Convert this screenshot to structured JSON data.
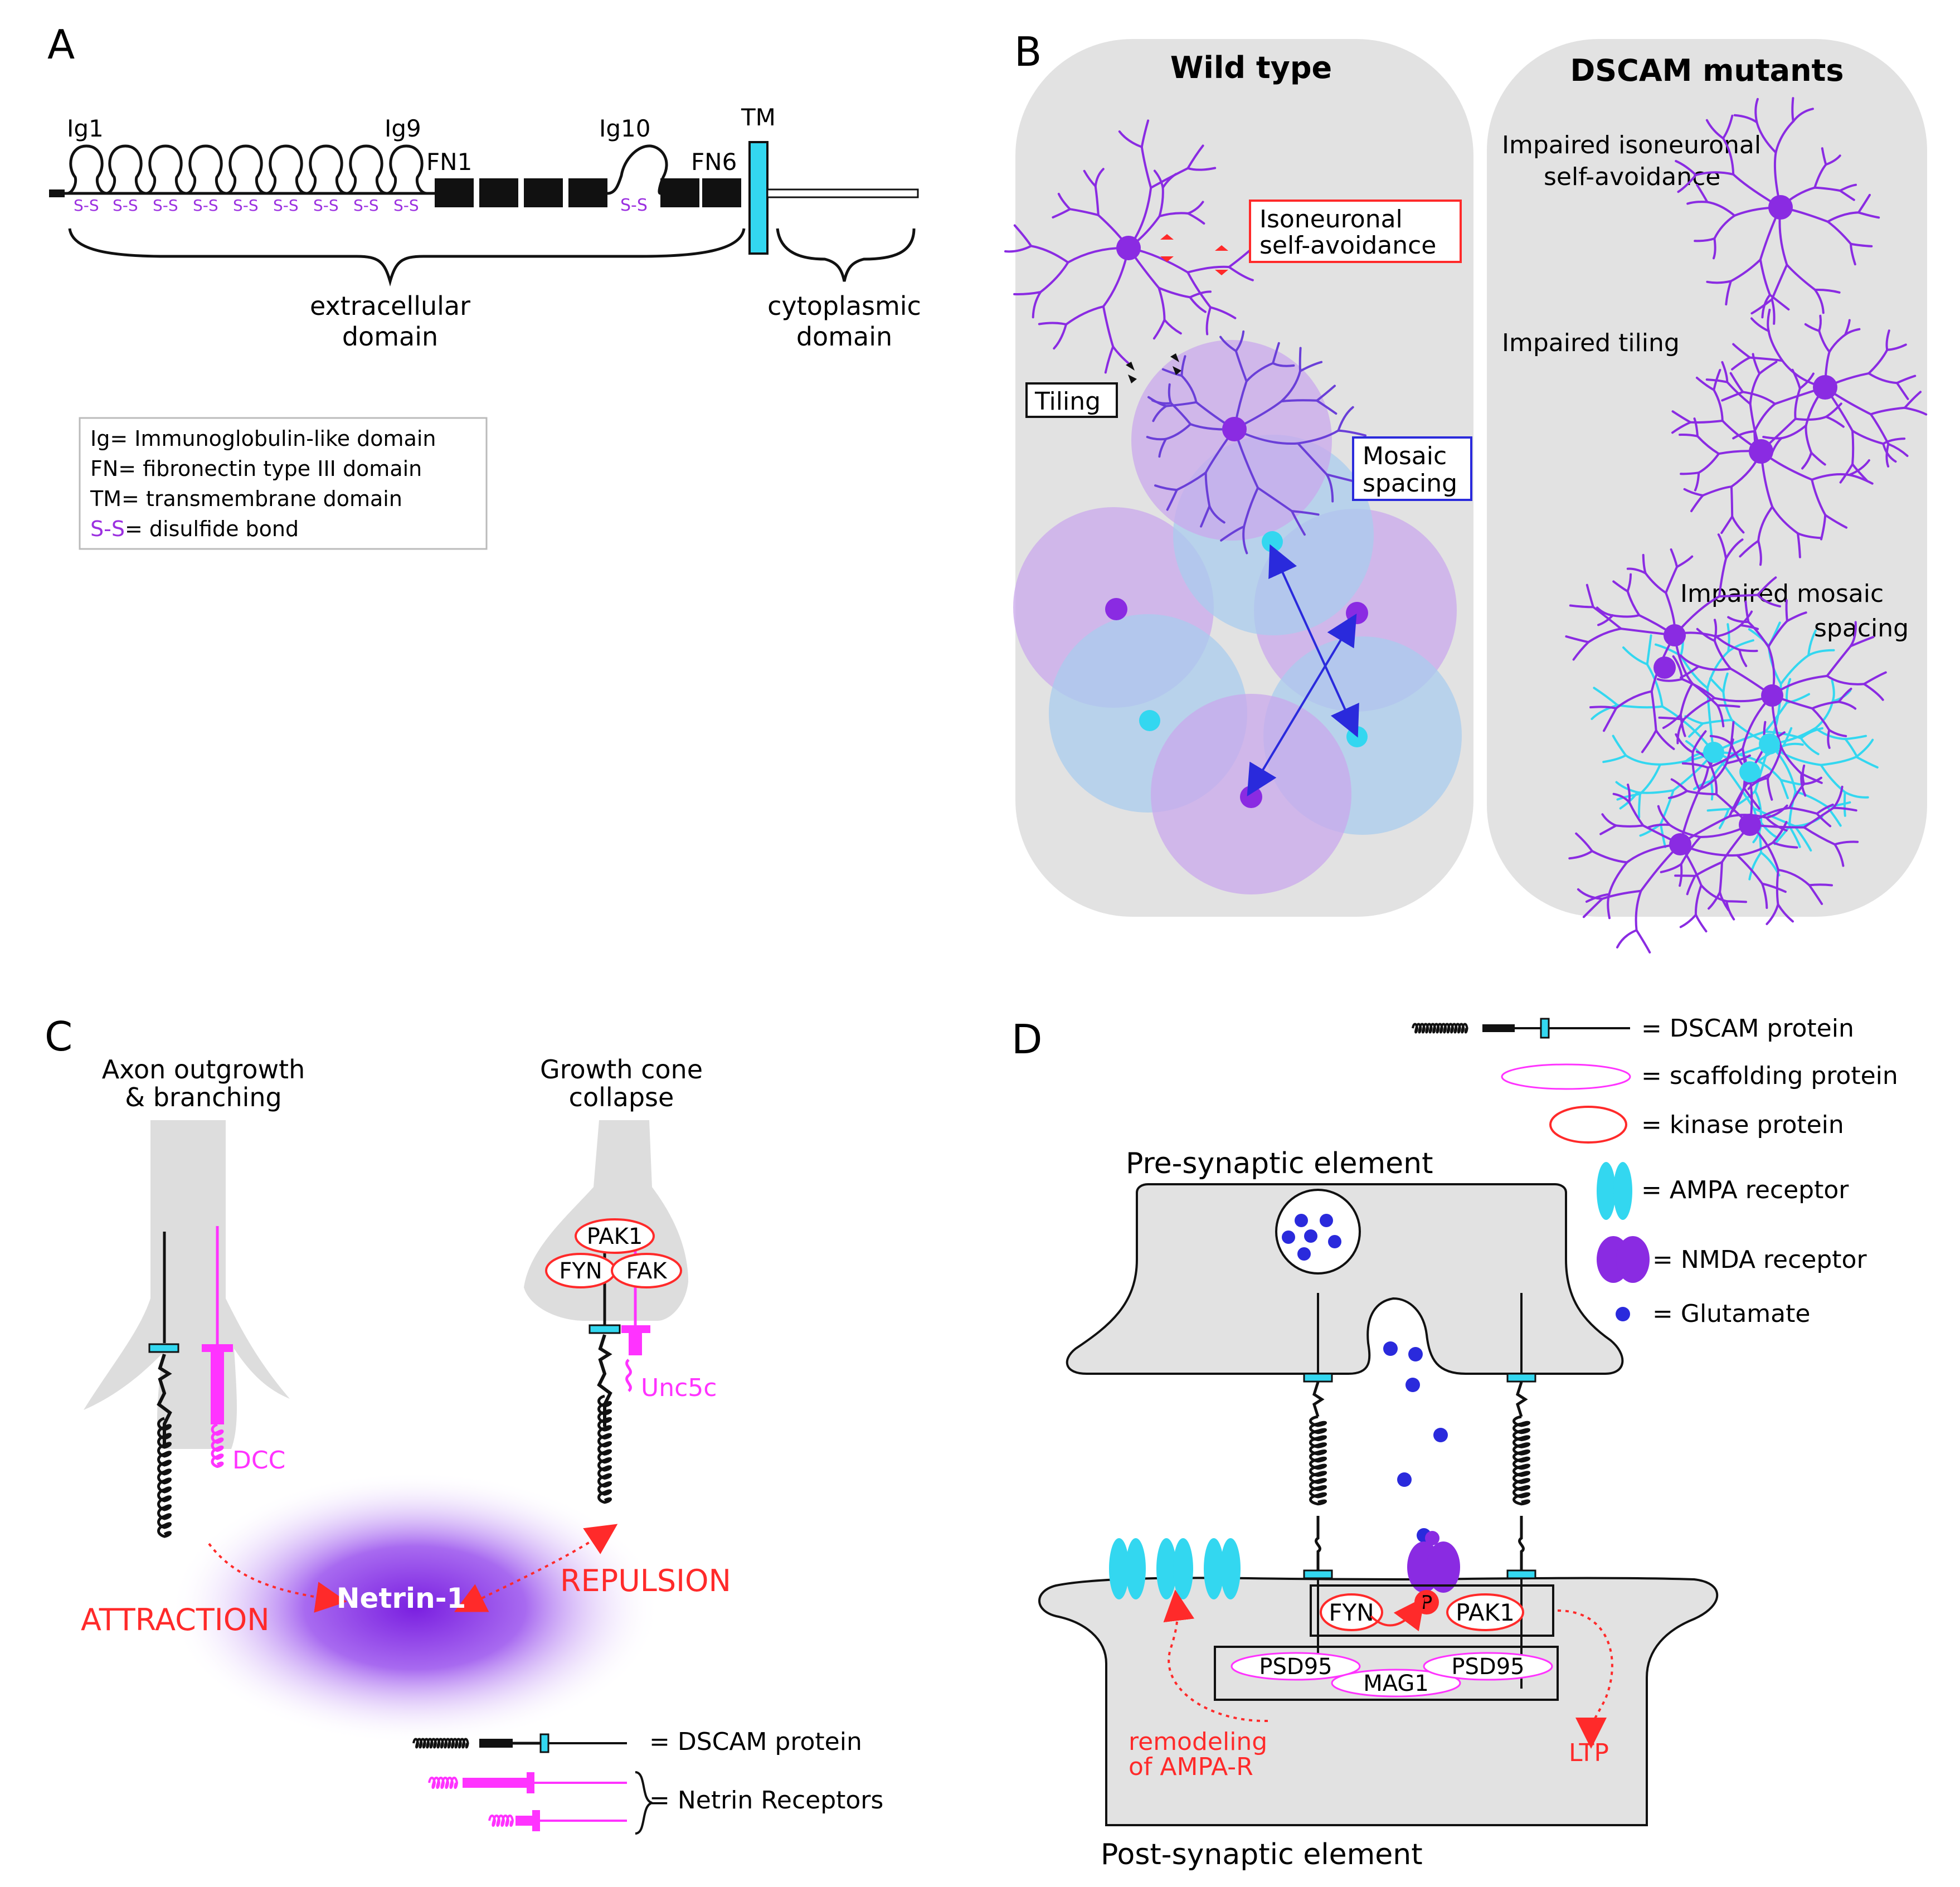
{
  "panel_letters": {
    "a": "A",
    "b": "B",
    "c": "C",
    "d": "D"
  },
  "colors": {
    "purple": "#8a2be2",
    "cyan": "#33d7f0",
    "magenta": "#ff33ff",
    "red": "#ff2a2a",
    "blue": "#2a2adc",
    "gray": "#e2e2e2",
    "black": "#111111"
  },
  "panel_a": {
    "ig1": "Ig1",
    "ig9": "Ig9",
    "ig10": "Ig10",
    "fn1": "FN1",
    "fn6": "FN6",
    "tm": "TM",
    "ss": "S-S",
    "extracellular_1": "extracellular",
    "extracellular_2": "domain",
    "cytoplasmic_1": "cytoplasmic",
    "cytoplasmic_2": "domain",
    "legend": [
      {
        "key": "Ig=",
        "text": " Immunoglobulin-like domain"
      },
      {
        "key": "FN=",
        "text": " fibronectin type III domain"
      },
      {
        "key": "TM=",
        "text": " transmembrane domain"
      },
      {
        "key": "S-S",
        "text": "= disulfide bond"
      }
    ]
  },
  "panel_b": {
    "wild_type": "Wild type",
    "mutants": "DSCAM mutants",
    "isoneuronal_1": "Isoneuronal",
    "isoneuronal_2": "self-avoidance",
    "tiling": "Tiling",
    "mosaic_1": "Mosaic",
    "mosaic_2": "spacing",
    "impaired_iso_1": "Impaired isoneuronal",
    "impaired_iso_2": "self-avoidance",
    "impaired_tiling": "Impaired tiling",
    "impaired_mosaic_1": "Impaired mosaic",
    "impaired_mosaic_2": "spacing"
  },
  "panel_c": {
    "axon_1": "Axon outgrowth",
    "axon_2": "& branching",
    "growth_1": "Growth cone",
    "growth_2": "collapse",
    "pak1": "PAK1",
    "fyn": "FYN",
    "fak": "FAK",
    "dcc": "DCC",
    "unc5c": "Unc5c",
    "netrin": "Netrin-1",
    "attraction": "ATTRACTION",
    "repulsion": "REPULSION",
    "legend_dscam": "= DSCAM protein",
    "legend_netrin": "= Netrin Receptors"
  },
  "panel_d": {
    "legend": [
      {
        "icon": "dscam",
        "text": "= DSCAM protein"
      },
      {
        "icon": "scaffold",
        "text": "= scaffolding protein"
      },
      {
        "icon": "kinase",
        "text": "= kinase protein"
      },
      {
        "icon": "ampa",
        "text": "= AMPA receptor"
      },
      {
        "icon": "nmda",
        "text": "= NMDA receptor"
      },
      {
        "icon": "glutamate",
        "text": "= Glutamate"
      }
    ],
    "pre": "Pre-synaptic element",
    "post": "Post-synaptic element",
    "fyn": "FYN",
    "p": "P",
    "pak1": "PAK1",
    "psd95": "PSD95",
    "mag1": "MAG1",
    "remodel_1": "remodeling",
    "remodel_2": "of AMPA-R",
    "ltp": "LTP"
  }
}
